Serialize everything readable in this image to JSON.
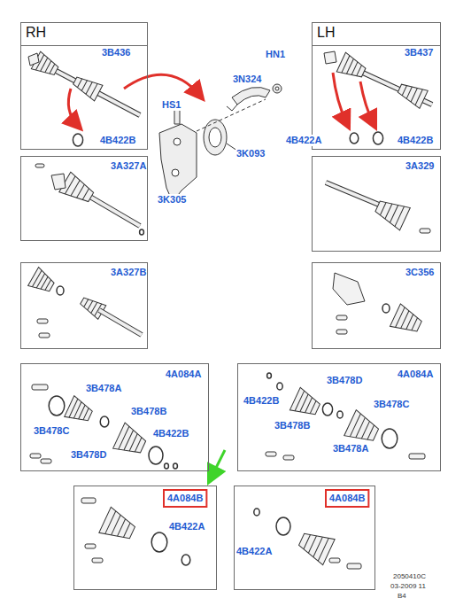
{
  "diagram": {
    "nodes": [
      {
        "text": [
          "RH",
          "3B436",
          "4B422B"
        ]
      },
      {
        "text": [
          "LH",
          "3B437",
          "4B422A",
          "4B422B"
        ]
      },
      {
        "text": [
          "3A327A"
        ]
      },
      {
        "text": [
          "3A329"
        ]
      },
      {
        "text": [
          "3A327B"
        ]
      },
      {
        "text": [
          "3C356"
        ]
      },
      {
        "text": [
          "4A084A",
          "3B478A",
          "3B478C",
          "3B478B",
          "3B478D",
          "4B422B"
        ]
      },
      {
        "text": [
          "4A084A",
          "4B422B",
          "3B478D",
          "3B478B",
          "3B478A",
          "3B478C"
        ]
      },
      {
        "text": [
          "4A084B",
          "4B422A"
        ]
      },
      {
        "text": [
          "4A084B",
          "4B422A"
        ]
      }
    ],
    "labels": [
      "HN1",
      "3N324",
      "HS1",
      "3K093",
      "3K305",
      "2050410C",
      "03-2009 11",
      "B4"
    ]
  }
}
